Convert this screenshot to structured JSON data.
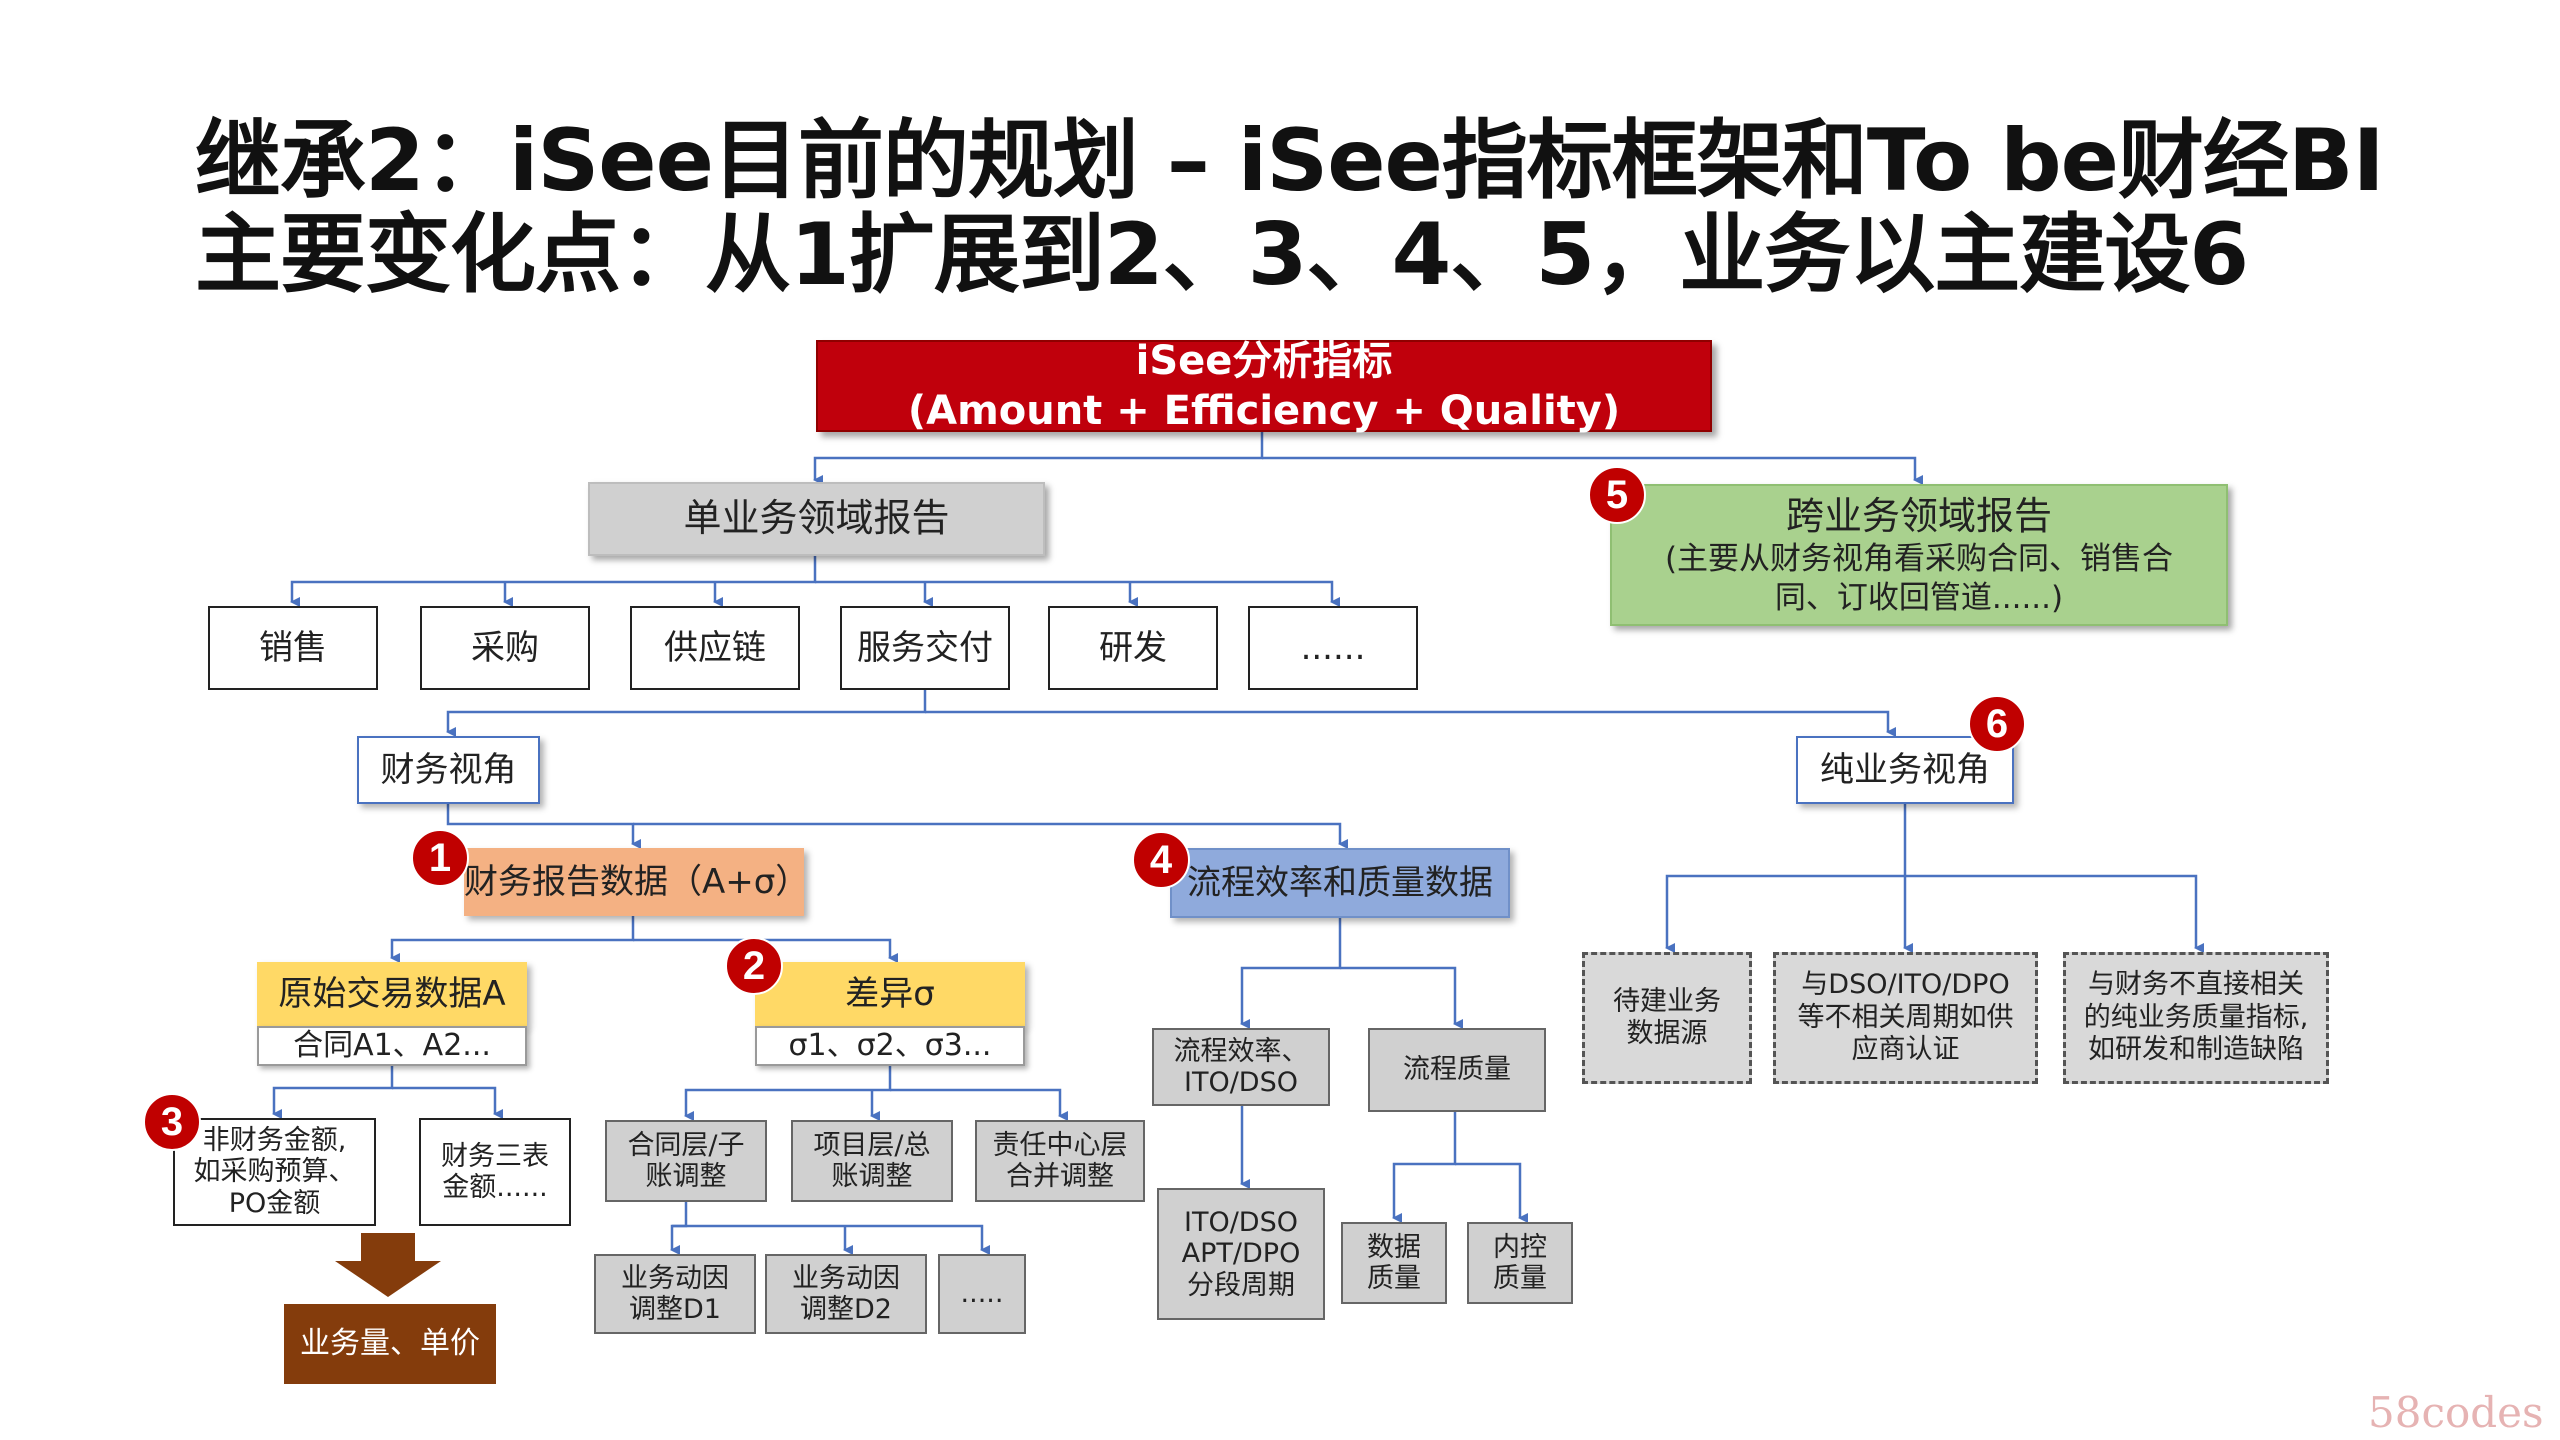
{
  "title": {
    "line1": "继承2：iSee目前的规划 – iSee指标框架和To be财经BI",
    "line2": "主要变化点：从1扩展到2、3、4、5，业务以主建设6"
  },
  "root": {
    "line1": "iSee分析指标",
    "line2": "(Amount + Efficiency + Quality)"
  },
  "single_domain": {
    "label": "单业务领域报告"
  },
  "cross_domain": {
    "title": "跨业务领域报告",
    "desc_line1": "(主要从财务视角看采购合同、销售合",
    "desc_line2": "同、订收回管道......)"
  },
  "domains": [
    "销售",
    "采购",
    "供应链",
    "服务交付",
    "研发",
    "......"
  ],
  "finance_view": {
    "label": "财务视角"
  },
  "pure_business_view": {
    "label": "纯业务视角"
  },
  "finance_report_data": {
    "label": "财务报告数据（A+σ）"
  },
  "process_data": {
    "label": "流程效率和质量数据"
  },
  "raw_data": {
    "label": "原始交易数据A",
    "sub": "合同A1、A2..."
  },
  "variance": {
    "label": "差异σ",
    "sub": "σ1、σ2、σ3..."
  },
  "nonfin_amount": {
    "line1": "非财务金额,",
    "line2": "如采购预算、",
    "line3": "PO金额"
  },
  "fin_three": {
    "line1": "财务三表",
    "line2": "金额......"
  },
  "volume_price": {
    "label": "业务量、单价"
  },
  "adjustments": {
    "contract_line1": "合同层/子",
    "contract_line2": "账调整",
    "project_line1": "项目层/总",
    "project_line2": "账调整",
    "center_line1": "责任中心层",
    "center_line2": "合并调整"
  },
  "drivers": {
    "d1_line1": "业务动因",
    "d1_line2": "调整D1",
    "d2_line1": "业务动因",
    "d2_line2": "调整D2",
    "more": "....."
  },
  "process_eff": {
    "line1": "流程效率、",
    "line2": "ITO/DSO"
  },
  "process_quality": {
    "label": "流程质量"
  },
  "cycle": {
    "line1": "ITO/DSO",
    "line2": "APT/DPO",
    "line3": "分段周期"
  },
  "data_quality": {
    "line1": "数据",
    "line2": "质量"
  },
  "internal_control": {
    "line1": "内控",
    "line2": "质量"
  },
  "pending": {
    "line1": "待建业务",
    "line2": "数据源"
  },
  "related": {
    "line1": "与DSO/ITO/DPO",
    "line2": "等不相关周期如供",
    "line3": "应商认证"
  },
  "unrelated": {
    "line1": "与财务不直接相关",
    "line2": "的纯业务质量指标,",
    "line3": "如研发和制造缺陷"
  },
  "badges": [
    "1",
    "2",
    "3",
    "4",
    "5",
    "6"
  ],
  "watermark": "58codes",
  "colors": {
    "root_red": "#c0000c",
    "badge_red": "#c00000",
    "connector_blue": "#4a72c0",
    "green": "#a9d18e",
    "salmon": "#f4b183",
    "blue": "#8faadc",
    "yellow": "#ffd966",
    "brown": "#843c0c",
    "gray": "#d0d0d0"
  }
}
